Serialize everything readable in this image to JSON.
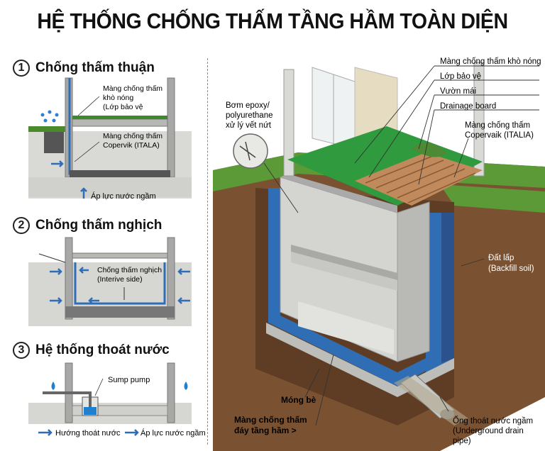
{
  "title": "HỆ THỐNG CHỐNG THẤM TẦNG HẦM TOÀN DIỆN",
  "sections": [
    {
      "number": "1",
      "heading": "Chống thấm thuận",
      "labels": [
        "Màng chống thấm",
        "khò nóng",
        "(Lớp bảo vệ",
        "Màng chống thấm",
        "Copervik (ITALA)",
        "Áp lực nước ngầm"
      ]
    },
    {
      "number": "2",
      "heading": "Chống thấm nghịch",
      "labels": [
        "Chống thấm nghịch",
        "(Interive side)"
      ]
    },
    {
      "number": "3",
      "heading": "Hệ thống thoát nước",
      "labels": [
        "Sump pump"
      ],
      "legend": [
        "Hướng thoát nước",
        "Áp lực nước ngầm"
      ]
    }
  ],
  "main_labels": {
    "membrane_hot": "Màng chống thấm khò nóng",
    "protect": "Lớp bảo vệ",
    "garden": "Vườn mái",
    "drainage": "Drainage board",
    "copervaik_1": "Màng chống thấm",
    "copervaik_2": "Copervaik (ITALIA)",
    "epoxy_1": "Bơm epoxy/",
    "epoxy_2": "polyurethane",
    "epoxy_3": "xử lý vết nứt",
    "backfill_1": "Đất lấp",
    "backfill_2": "(Backfill soil)",
    "raft": "Móng bè",
    "floor_1": "Màng chống thấm",
    "floor_2": "đáy tầng hầm >",
    "pipe_1": "Ống thoát nước ngầm",
    "pipe_2": "(Underground drain",
    "pipe_3": "pipe)"
  },
  "colors": {
    "membrane_blue": "#2f6db5",
    "green_roof": "#2f9a3e",
    "concrete": "#c9c9c6",
    "soil": "#7a5232",
    "grass": "#5b9a36",
    "water": "#1f7fd0"
  }
}
